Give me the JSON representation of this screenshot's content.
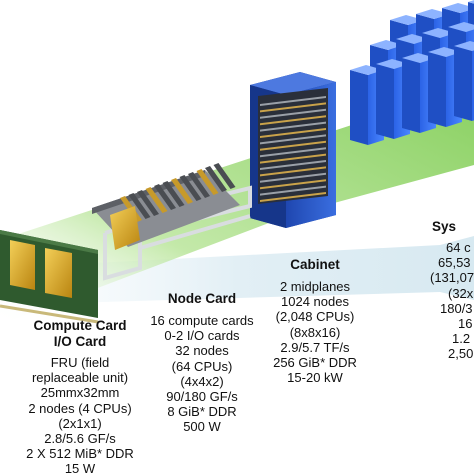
{
  "compute_card": {
    "title_line1": "Compute Card",
    "title_line2": "I/O Card",
    "specs": [
      "FRU (field",
      "replaceable unit)",
      "25mmx32mm",
      "2 nodes (4 CPUs)",
      "(2x1x1)",
      "2.8/5.6 GF/s",
      "2 X 512 MiB* DDR",
      "15 W"
    ]
  },
  "node_card": {
    "title": "Node Card",
    "specs": [
      "16 compute cards",
      "0-2 I/O cards",
      "32 nodes",
      "(64 CPUs)",
      "(4x4x2)",
      "90/180 GF/s",
      "8 GiB* DDR",
      "500 W"
    ]
  },
  "cabinet": {
    "title": "Cabinet",
    "specs": [
      "2 midplanes",
      "1024 nodes",
      "(2,048 CPUs)",
      "(8x8x16)",
      "2.9/5.7 TF/s",
      "256 GiB* DDR",
      "15-20 kW"
    ]
  },
  "system": {
    "title": "Sys",
    "specs": [
      "64 c",
      "65,53",
      "(131,07",
      "(32x",
      "180/3",
      "16",
      "1.2",
      "2,50"
    ]
  },
  "colors": {
    "beam_green": "#8fd35a",
    "cabinet_blue": "#2a57c9",
    "system_blue": "#2f6ff0",
    "pcb_green": "#2f5a2e",
    "chip_gold": "#d7a628"
  }
}
